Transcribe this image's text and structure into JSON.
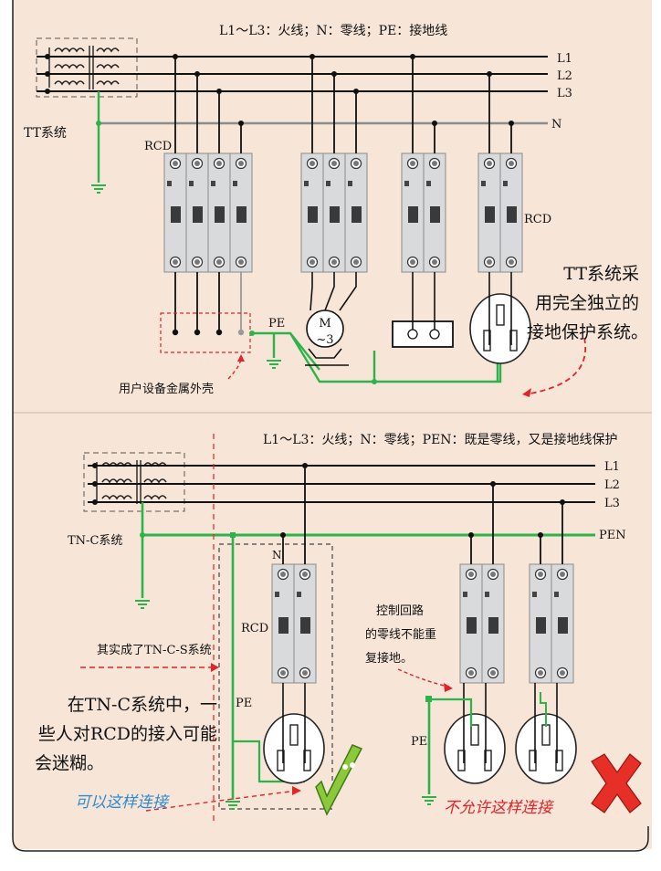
{
  "colors": {
    "background": "#f7e5d8",
    "wire": "#111111",
    "earth": "#2db34a",
    "annotation": "#e0242a",
    "breaker_body": "#d9dadb",
    "breaker_dark": "#3a3a3a"
  },
  "tt": {
    "legend": "L1～L3：火线；N：零线；PE：接地线",
    "system_label": "TT系统",
    "rcd_label_left": "RCD",
    "rcd_label_right": "RCD",
    "line_labels": [
      "L1",
      "L2",
      "L3",
      "N"
    ],
    "pe_label": "PE",
    "motor_label": "M",
    "motor_sub": "~3",
    "user_label": "用户设备金属外壳",
    "note": [
      "TT系统采",
      "用完全独立的",
      "接地保护系统。"
    ]
  },
  "tnc": {
    "legend": "L1～L3：火线；N：零线；PEN：既是零线，又是接地线保护",
    "system_label": "TN-C系统",
    "line_labels": [
      "L1",
      "L2",
      "L3",
      "PEN"
    ],
    "n_label": "N",
    "rcd_label": "RCD",
    "pe_label_left": "PE",
    "pe_label_right": "PE",
    "tncs_note": "其实成了TN-C-S系统",
    "control_note": [
      "控制回路",
      "的零线不能重",
      "复接地。"
    ],
    "main_note": [
      "在TN-C系统中，一",
      "些人对RCD的接入可能",
      "会迷糊。"
    ],
    "ok_text": "可以这样连接",
    "bad_text": "不允许这样连接"
  }
}
